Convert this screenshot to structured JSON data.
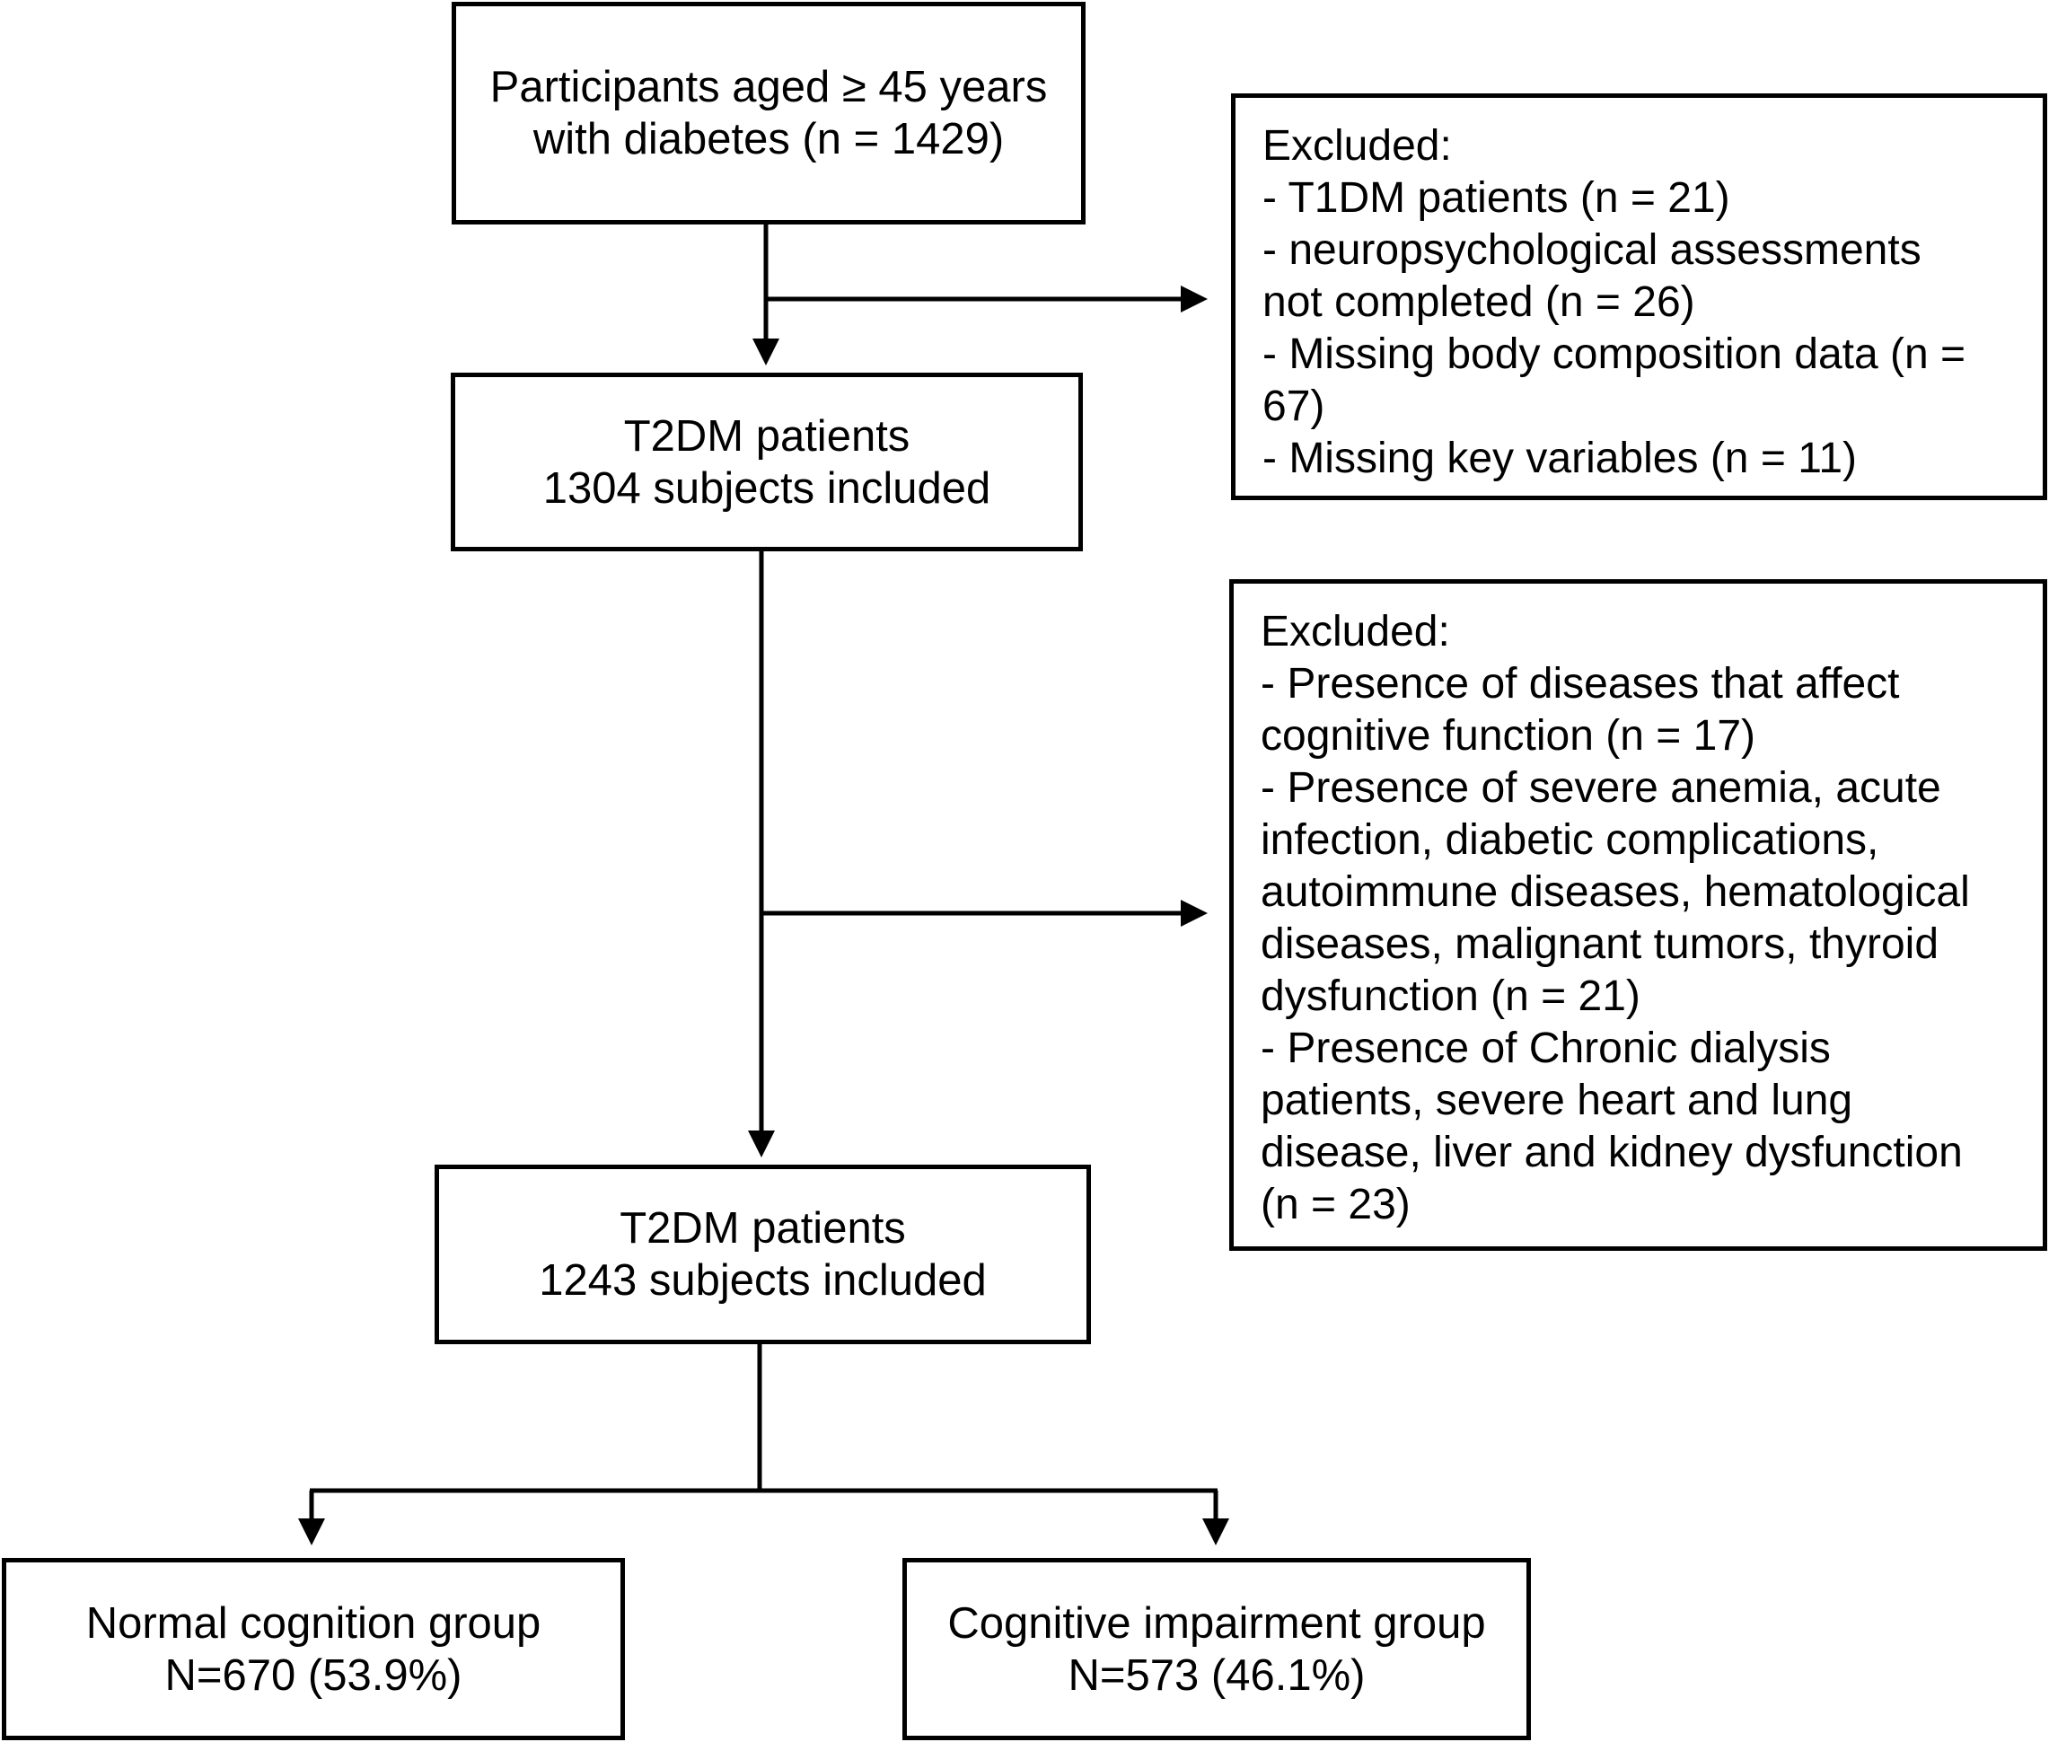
{
  "boxes": {
    "start": {
      "lines": [
        "Participants aged ≥ 45 years",
        "with diabetes (n = 1429)"
      ]
    },
    "t2dm_1": {
      "lines": [
        "T2DM patients",
        "1304 subjects included"
      ]
    },
    "t2dm_2": {
      "lines": [
        "T2DM patients",
        "1243 subjects included"
      ]
    },
    "normal_group": {
      "lines": [
        "Normal cognition group",
        "N=670 (53.9%)"
      ]
    },
    "impairment_group": {
      "lines": [
        "Cognitive impairment group",
        "N=573 (46.1%)"
      ]
    },
    "excluded_1": {
      "lines": [
        "Excluded:",
        "- T1DM patients (n = 21)",
        "- neuropsychological assessments",
        "not completed (n = 26)",
        "- Missing body composition data (n =",
        "67)",
        "- Missing key variables (n = 11)"
      ]
    },
    "excluded_2": {
      "lines": [
        "Excluded:",
        "- Presence of diseases that affect",
        "cognitive function (n = 17)",
        "- Presence of severe anemia, acute",
        "infection, diabetic complications,",
        "autoimmune diseases, hematological",
        "diseases, malignant tumors, thyroid",
        "dysfunction (n = 21)",
        "- Presence of  Chronic dialysis",
        "patients, severe heart and lung",
        "disease, liver and kidney dysfunction",
        "(n = 23)"
      ]
    }
  }
}
